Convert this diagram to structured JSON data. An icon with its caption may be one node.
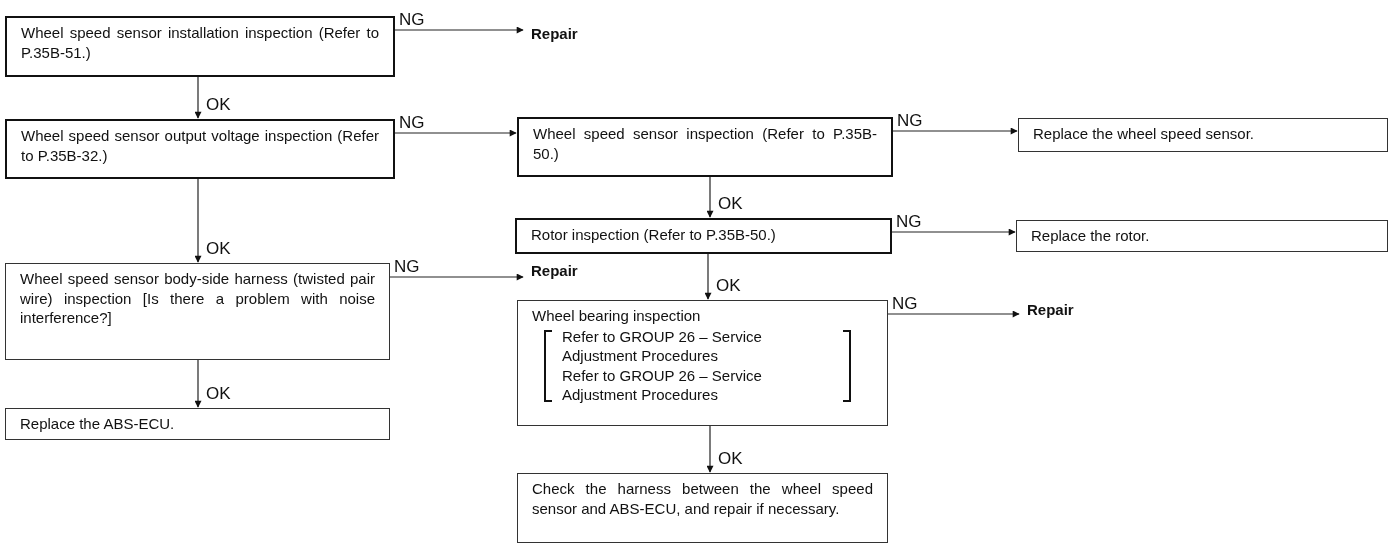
{
  "diagram": {
    "nodes": [
      {
        "text": [
          "Wheel speed sensor installation inspection (Refer to P.35B-51.)"
        ]
      },
      {
        "text": [
          "Repair"
        ]
      },
      {
        "text": [
          "Wheel speed sensor output voltage inspection (Refer to P.35B-32.)"
        ]
      },
      {
        "text": [
          "Wheel speed sensor inspection (Refer to P.35B-50.)"
        ]
      },
      {
        "text": [
          "Replace the wheel speed sensor."
        ]
      },
      {
        "text": [
          "Rotor inspection (Refer to P.35B-50.)"
        ]
      },
      {
        "text": [
          "Replace the rotor."
        ]
      },
      {
        "text": [
          "Wheel speed sensor body-side harness (twisted pair wire) inspection [Is there a problem with noise interference?]"
        ]
      },
      {
        "text": [
          "Repair"
        ]
      },
      {
        "text": [
          "Wheel bearing inspection",
          "Refer to GROUP 26 – Service Adjustment Procedures",
          "Refer to GROUP 26 – Service Adjustment Procedures"
        ]
      },
      {
        "text": [
          "Repair"
        ]
      },
      {
        "text": [
          "Replace the ABS-ECU."
        ]
      },
      {
        "text": [
          "Check the harness between the wheel speed sensor and ABS-ECU, and repair if necessary."
        ]
      }
    ],
    "edges": [
      {
        "from": 0,
        "to": 1,
        "arrow": "to",
        "label": "NG"
      },
      {
        "from": 0,
        "to": 2,
        "arrow": "to",
        "label": "OK"
      },
      {
        "from": 2,
        "to": 3,
        "arrow": "to",
        "label": "NG"
      },
      {
        "from": 2,
        "to": 7,
        "arrow": "to",
        "label": "OK"
      },
      {
        "from": 3,
        "to": 4,
        "arrow": "to",
        "label": "NG"
      },
      {
        "from": 3,
        "to": 5,
        "arrow": "to",
        "label": "OK"
      },
      {
        "from": 5,
        "to": 6,
        "arrow": "to",
        "label": "NG"
      },
      {
        "from": 5,
        "to": 9,
        "arrow": "to",
        "label": "OK"
      },
      {
        "from": 7,
        "to": 8,
        "arrow": "to",
        "label": "NG"
      },
      {
        "from": 7,
        "to": 11,
        "arrow": "to",
        "label": "OK"
      },
      {
        "from": 9,
        "to": 10,
        "arrow": "to",
        "label": "NG"
      },
      {
        "from": 9,
        "to": 12,
        "arrow": "to",
        "label": "OK"
      }
    ]
  }
}
